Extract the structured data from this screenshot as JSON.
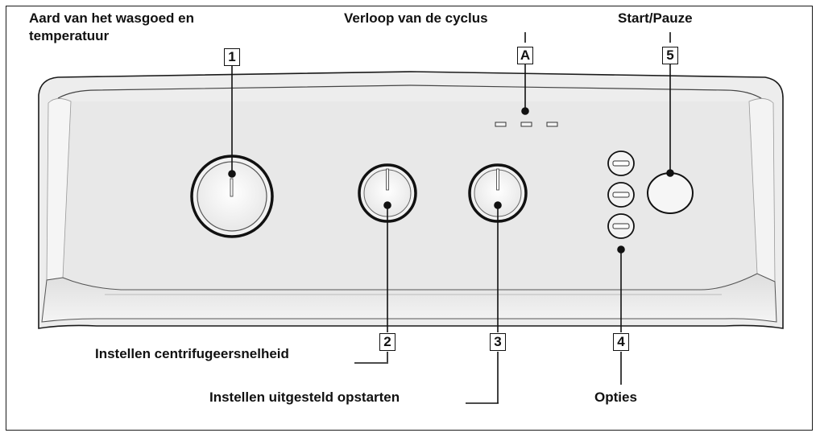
{
  "callouts": {
    "c1": {
      "number": "1",
      "text_line1": "Aard van het wasgoed en",
      "text_line2": "temperatuur"
    },
    "cA": {
      "number": "A",
      "text": "Verloop van de cyclus"
    },
    "c5": {
      "number": "5",
      "text": "Start/Pauze"
    },
    "c2": {
      "number": "2",
      "text": "Instellen centrifugeersnelheid"
    },
    "c3": {
      "number": "3",
      "text": "Instellen uitgesteld opstarten"
    },
    "c4": {
      "number": "4",
      "text": "Opties"
    }
  },
  "colors": {
    "panel_fill": "#ececec",
    "panel_shade": "#dcdcdc",
    "outline": "#1a1a1a"
  },
  "icons": [
    "program-knob",
    "spin-knob",
    "delay-knob",
    "option-button",
    "start-pause-button",
    "led-indicator"
  ]
}
